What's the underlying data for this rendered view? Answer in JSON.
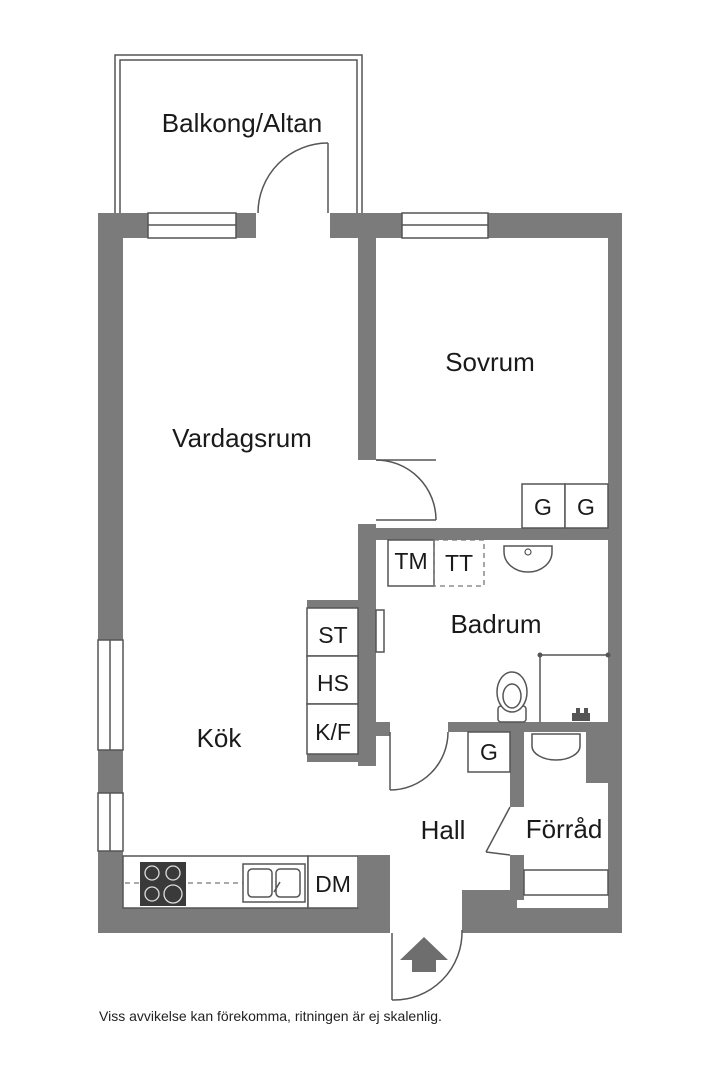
{
  "rooms": {
    "balcony": "Balkong/Altan",
    "bedroom": "Sovrum",
    "living": "Vardagsrum",
    "bathroom": "Badrum",
    "kitchen": "Kök",
    "hall": "Hall",
    "storage": "Förråd"
  },
  "appliances": {
    "wardrobe_1": "G",
    "wardrobe_2": "G",
    "washer": "TM",
    "dryer": "TT",
    "freezer": "ST",
    "tall_cabinet": "HS",
    "fridge_freezer": "K/F",
    "dishwasher": "DM",
    "hall_wardrobe": "G"
  },
  "disclaimer": "Viss avvikelse kan förekomma, ritningen är ej skalenlig.",
  "colors": {
    "wall": "#7b7b7b",
    "line": "#555555",
    "stove": "#3a3a3a",
    "arrow": "#6e6e6e"
  },
  "icons": [
    "entrance-arrow-icon",
    "sink-icon",
    "toilet-icon",
    "stove-icon",
    "shower-mixer-icon"
  ]
}
